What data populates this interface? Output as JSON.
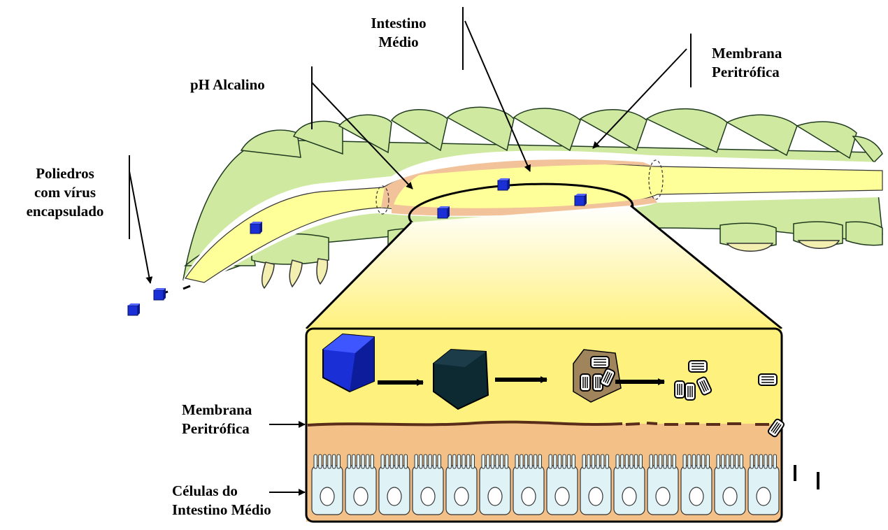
{
  "labels": {
    "midgut_line1": "Intestino",
    "midgut_line2": "Médio",
    "ph": "pH Alcalino",
    "membrane_top_line1": "Membrana",
    "membrane_top_line2": "Peritrófica",
    "polyhedra_line1": "Poliedros",
    "polyhedra_line2": "com vírus",
    "polyhedra_line3": "encapsulado",
    "membrane_inset_line1": "Membrana",
    "membrane_inset_line2": "Peritrófica",
    "cells_line1": "Células do",
    "cells_line2": "Intestino Médio"
  },
  "colors": {
    "body_green": "#cfe9a0",
    "gut_yellow": "#ffff99",
    "membrane_peach": "#f2c29a",
    "inset_yellow": "#fff17e",
    "inset_orange": "#f3c088",
    "cells_blue": "#dff3f7",
    "polyhedron_blue": "#1a2fd6",
    "polyhedron_dark": "#0d2a33",
    "polyhedron_dissolving": "#a0845c"
  }
}
